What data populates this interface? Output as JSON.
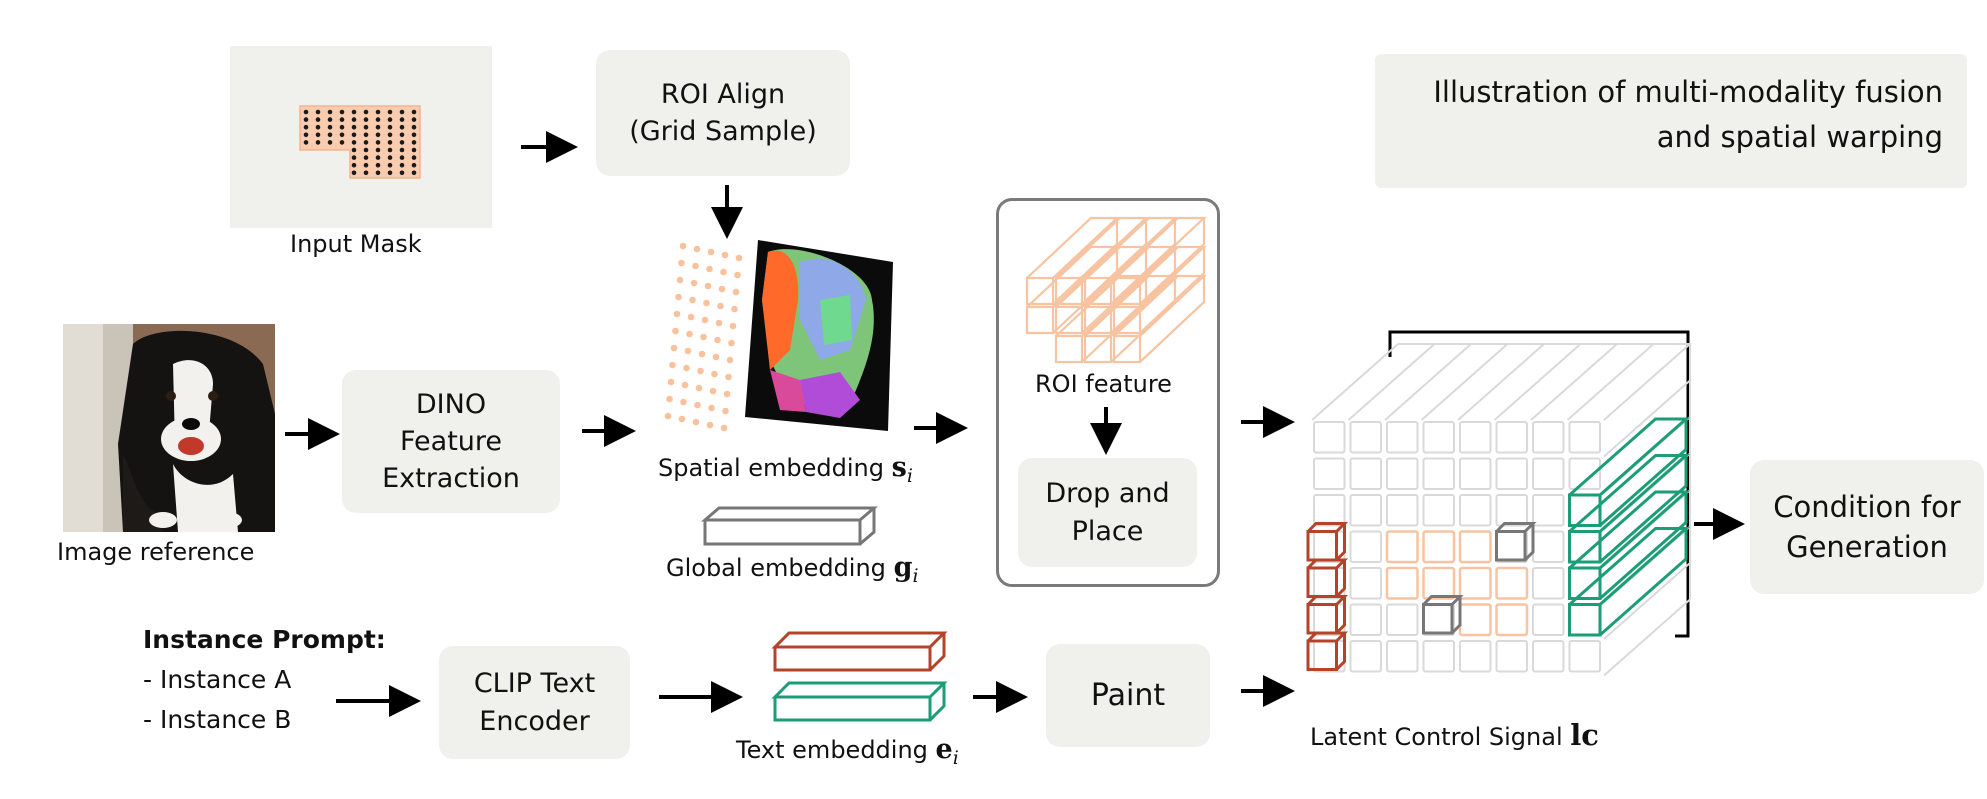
{
  "title": {
    "line1": "Illustration of multi-modality fusion",
    "line2": "and spatial warping"
  },
  "boxes": {
    "roi_align": "ROI Align\n(Grid Sample)",
    "dino": "DINO\nFeature\nExtraction",
    "clip": "CLIP Text\nEncoder",
    "drop_place": "Drop and\nPlace",
    "paint": "Paint",
    "condition": "Condition for\nGeneration"
  },
  "labels": {
    "input_mask": "Input Mask",
    "image_reference": "Image reference",
    "spatial_embedding": "Spatial embedding",
    "spatial_symbol": "s",
    "spatial_sub": "i",
    "global_embedding": "Global embedding",
    "global_symbol": "g",
    "global_sub": "i",
    "roi_feature": "ROI feature",
    "text_embedding": "Text embedding",
    "text_symbol": "e",
    "text_sub": "i",
    "latent_signal": "Latent Control Signal",
    "latent_symbol": "lc"
  },
  "prompt": {
    "heading": "Instance Prompt:",
    "items": [
      "- Instance A",
      "- Instance B"
    ]
  },
  "colors": {
    "box_fill": "#f0f0ec",
    "peach": "#f7c3a1",
    "peach_fill": "#f9ccb0",
    "rust": "#b5432a",
    "teal": "#1b9e77",
    "gray_cube": "#777777",
    "light_cube": "#d9d9d9",
    "frame": "#7a7a7a"
  }
}
